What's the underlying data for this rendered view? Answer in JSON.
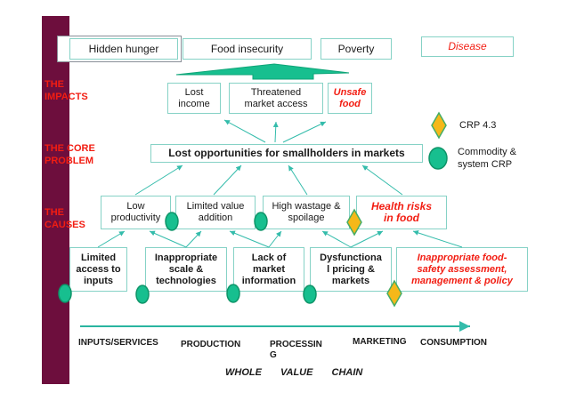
{
  "title": "Value chain problem tree diagram",
  "colors": {
    "maroon_bar": "#6d0e3d",
    "box_border": "#86d2c6",
    "arrow_teal": "#34bcab",
    "shape_green": "#17bf8f",
    "shape_gold": "#f5b819",
    "red_text": "#f21d12"
  },
  "side_labels": {
    "impacts": "THE\nIMPACTS",
    "core_problem": "THE CORE\nPROBLEM",
    "causes": "THE\nCAUSES"
  },
  "top_row": {
    "boxes": [
      {
        "label": "Hidden hunger"
      },
      {
        "label": "Food insecurity"
      },
      {
        "label": "Poverty"
      },
      {
        "label": "Disease"
      }
    ]
  },
  "impact_row": {
    "boxes": [
      {
        "label": "Lost\nincome"
      },
      {
        "label": "Threatened\nmarket access"
      },
      {
        "label": "Unsafe\nfood"
      }
    ]
  },
  "core_problem": {
    "label": "Lost  opportunities for smallholders in markets"
  },
  "cause_row1": {
    "boxes": [
      {
        "label": "Low\nproductivity"
      },
      {
        "label": "Limited value\naddition"
      },
      {
        "label": "High wastage &\nspoilage"
      },
      {
        "label": "Health risks\nin food"
      }
    ]
  },
  "cause_row2": {
    "boxes": [
      {
        "label": "Limited\naccess to\ninputs"
      },
      {
        "label": "Inappropriate\nscale &\ntechnologies"
      },
      {
        "label": "Lack of\nmarket\ninformation"
      },
      {
        "label": "Dysfunctiona\nl pricing &\nmarkets"
      },
      {
        "label": "Inappropriate food-\nsafety assessment,\nmanagement & policy"
      }
    ]
  },
  "legend": {
    "diamond_label": "CRP 4.3",
    "ellipse_label": "Commodity &\nsystem CRP"
  },
  "value_chain": {
    "stages": [
      "INPUTS/SERVICES",
      "PRODUCTION",
      "PROCESSIN\nG",
      "MARKETING",
      "CONSUMPTION"
    ],
    "caption": "WHOLE VALUE CHAIN"
  }
}
